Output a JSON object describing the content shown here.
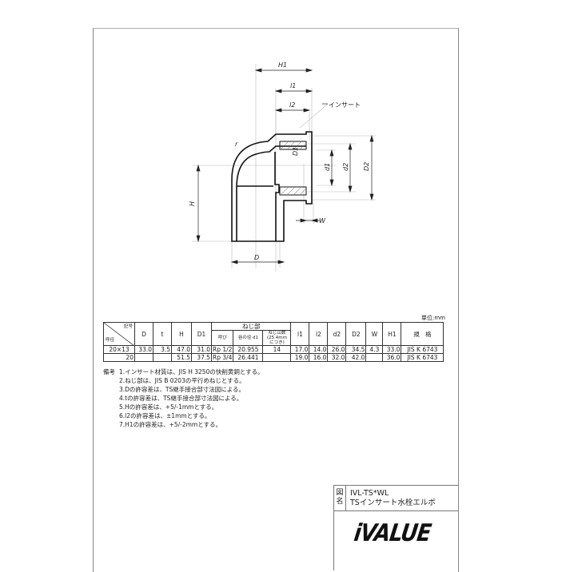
{
  "drawing": {
    "labels": {
      "H1": "H1",
      "l1": "l1",
      "l2": "l2",
      "insert": "インサート",
      "r": "r",
      "D1": "D1",
      "d1": "d1",
      "d2": "d2",
      "D2": "D2",
      "H": "H",
      "D": "D",
      "W": "W"
    }
  },
  "table": {
    "unit": "単位:mm",
    "header_corner_top": "記号",
    "header_corner_bottom": "呼径",
    "thread_group": "ねじ部",
    "headers": [
      "D",
      "t",
      "H",
      "D1",
      "呼び",
      "谷の径 d1",
      "ねじ山数 (25.4mm につき)",
      "l1",
      "l2",
      "d2",
      "D2",
      "W",
      "H1",
      "規　格"
    ],
    "rows": [
      {
        "size": "20×13",
        "D": "33.0",
        "t": "3.5",
        "H": "47.0",
        "D1": "31.0",
        "nominal": "Rp 1/2",
        "root_d1": "20.955",
        "threads": "14",
        "l1": "17.0",
        "l2": "14.0",
        "d2": "26.0",
        "D2": "34.5",
        "W": "4.3",
        "H1": "33.0",
        "std": "JIS K 6743"
      },
      {
        "size": "20",
        "D": "",
        "t": "",
        "H": "51.5",
        "D1": "37.5",
        "nominal": "Rp 3/4",
        "root_d1": "26.441",
        "threads": "",
        "l1": "19.0",
        "l2": "16.0",
        "d2": "32.0",
        "D2": "42.0",
        "W": "",
        "H1": "36.0",
        "std": "JIS K 6743"
      }
    ]
  },
  "notes": {
    "label": "備考",
    "items": [
      "1.インサート材質は、JIS H 3250の快削黄銅とする。",
      "2.ねじ部は、JIS B 0203の平行めねじとする。",
      "3.Dの許容差は、TS継手接合部寸法図による。",
      "4.tの許容差は、TS継手接合部寸法図による。",
      "5.Hの許容差は、+5/-1mmとする。",
      "6.l2の許容差は、±1mmとする。",
      "7.H1の許容差は、+5/-2mmとする。"
    ]
  },
  "title_block": {
    "zu_label_1": "図",
    "zu_label_2": "名",
    "code": "IVL-TS*WL",
    "name": "TSインサート水栓エルボ",
    "logo": "iVALUE"
  }
}
